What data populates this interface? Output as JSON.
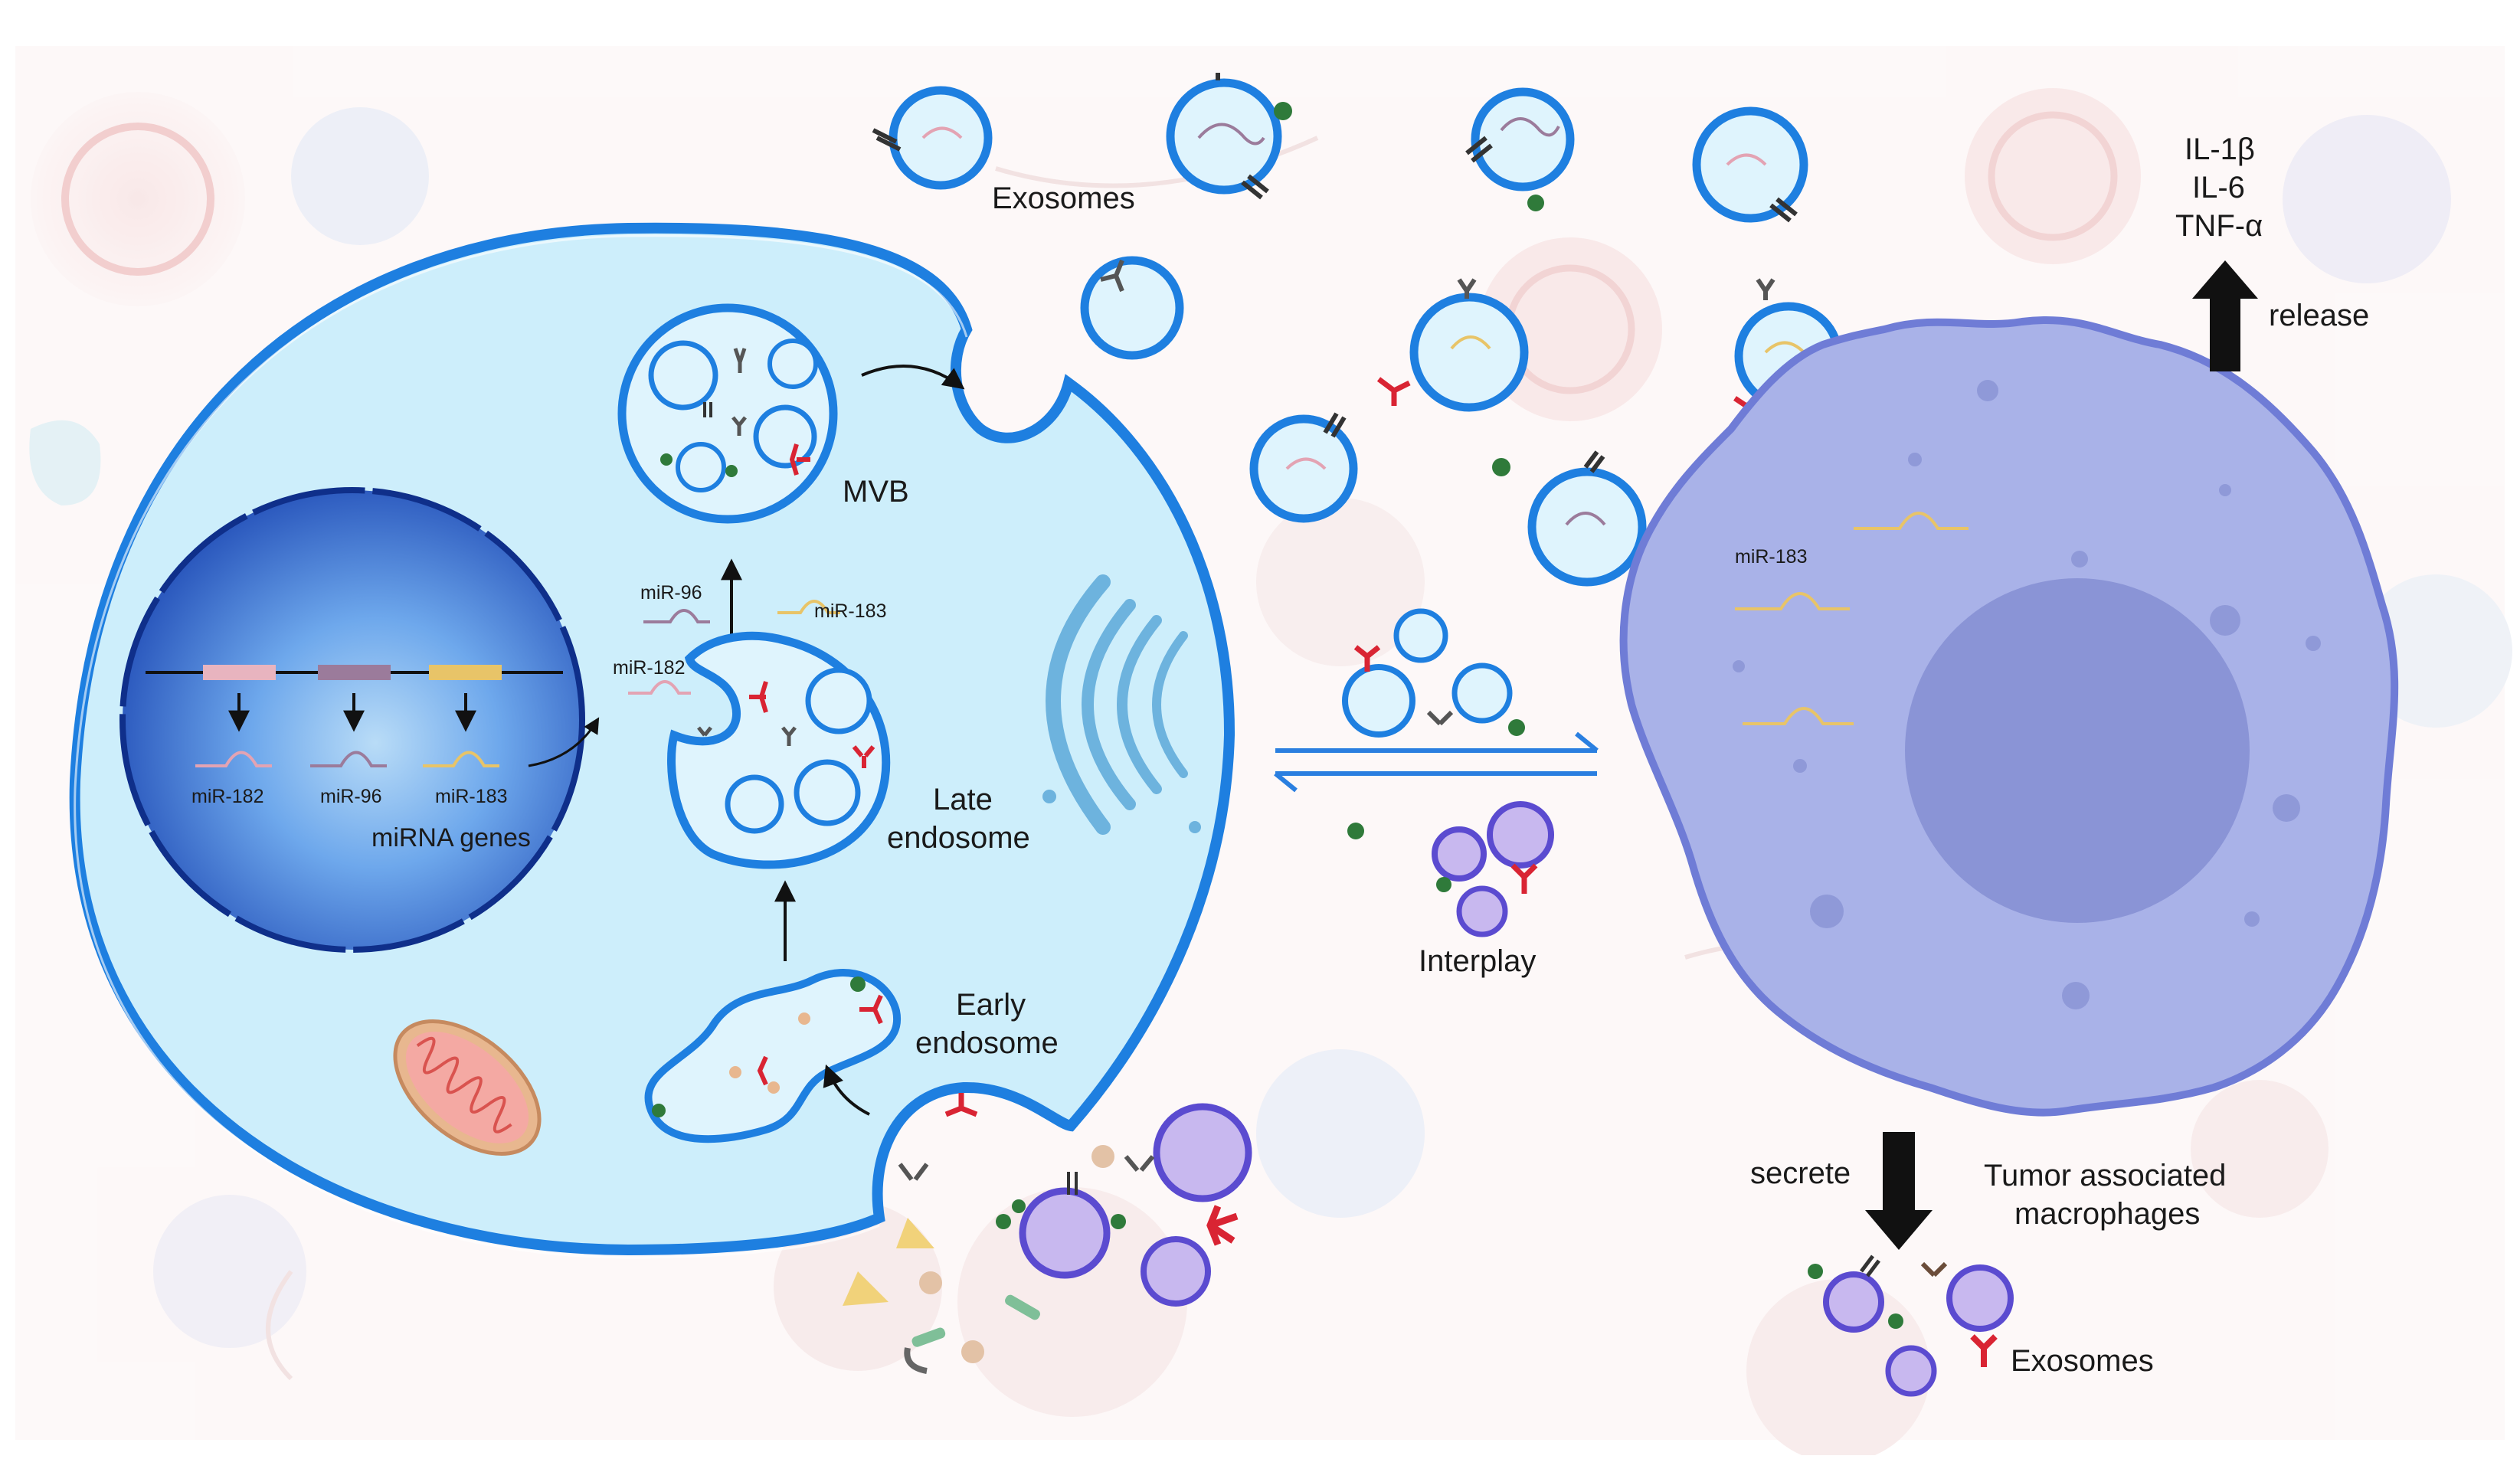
{
  "labels": {
    "exosomes_top": "Exosomes",
    "mvb": "MVB",
    "late_endosome_1": "Late",
    "late_endosome_2": "endosome",
    "early_endosome_1": "Early",
    "early_endosome_2": "endosome",
    "mirna_genes": "miRNA genes",
    "mir182": "miR-182",
    "mir96": "miR-96",
    "mir183": "miR-183",
    "mir96_cyto": "miR-96",
    "mir183_cyto": "miR-183",
    "mir182_cyto": "miR-182",
    "mir183_tam": "miR-183",
    "interplay": "Interplay",
    "il1b": "IL-1β",
    "il6": "IL-6",
    "tnfa": "TNF-α",
    "release": "release",
    "secrete": "secrete",
    "tam_1": "Tumor associated",
    "tam_2": "macrophages",
    "exosomes_bottom": "Exosomes"
  },
  "colors": {
    "tumor_cell_fill": "#cdeefb",
    "tumor_cell_border": "#1e7fe0",
    "nucleus_dark": "#0f2f8a",
    "vesicle_blue": "#2a8de8",
    "macrophage_fill": "#a9b2e8",
    "macrophage_border": "#6f7cd6",
    "macrophage_nucleus": "#8a94d6",
    "purple_exosome": "#8a6fd0",
    "receptor_red": "#d92433",
    "receptor_grey": "#555555",
    "ligand_green": "#2f7a3a",
    "mir182_color": "#e3a3b3",
    "mir96_color": "#9b7b9b",
    "mir183_color": "#e8c468",
    "background_tint": "#f6e3e3"
  }
}
